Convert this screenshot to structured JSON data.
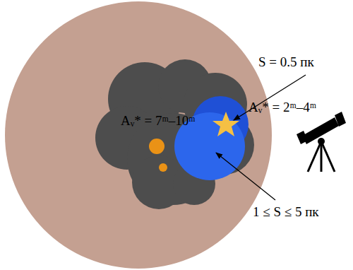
{
  "diagram": {
    "labels": [
      "S = 0.5 пк",
      "Aᵥ* = 7ᵐ–10ᵐ",
      "Aᵥ* = 2ᵐ–4ᵐ",
      "1 ≤ S ≤ 5 пк"
    ]
  }
}
